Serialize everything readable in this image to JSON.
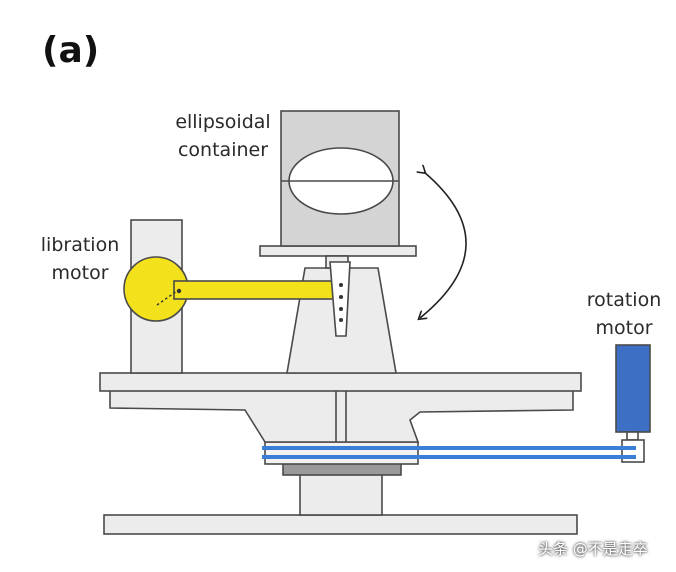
{
  "panel_label": "(a)",
  "labels": {
    "container": [
      "ellipsoidal",
      "container"
    ],
    "libration": [
      "libration",
      "motor"
    ],
    "rotation": [
      "rotation",
      "motor"
    ]
  },
  "watermark": "头条 @不是走卒",
  "colors": {
    "outline": "#4a4a4a",
    "frame_fill": "#ececec",
    "container_fill": "#d4d4d4",
    "motor_yellow": "#f2e11b",
    "belt_blue": "#3a7fd5",
    "rotation_motor_blue": "#3d70c4"
  }
}
